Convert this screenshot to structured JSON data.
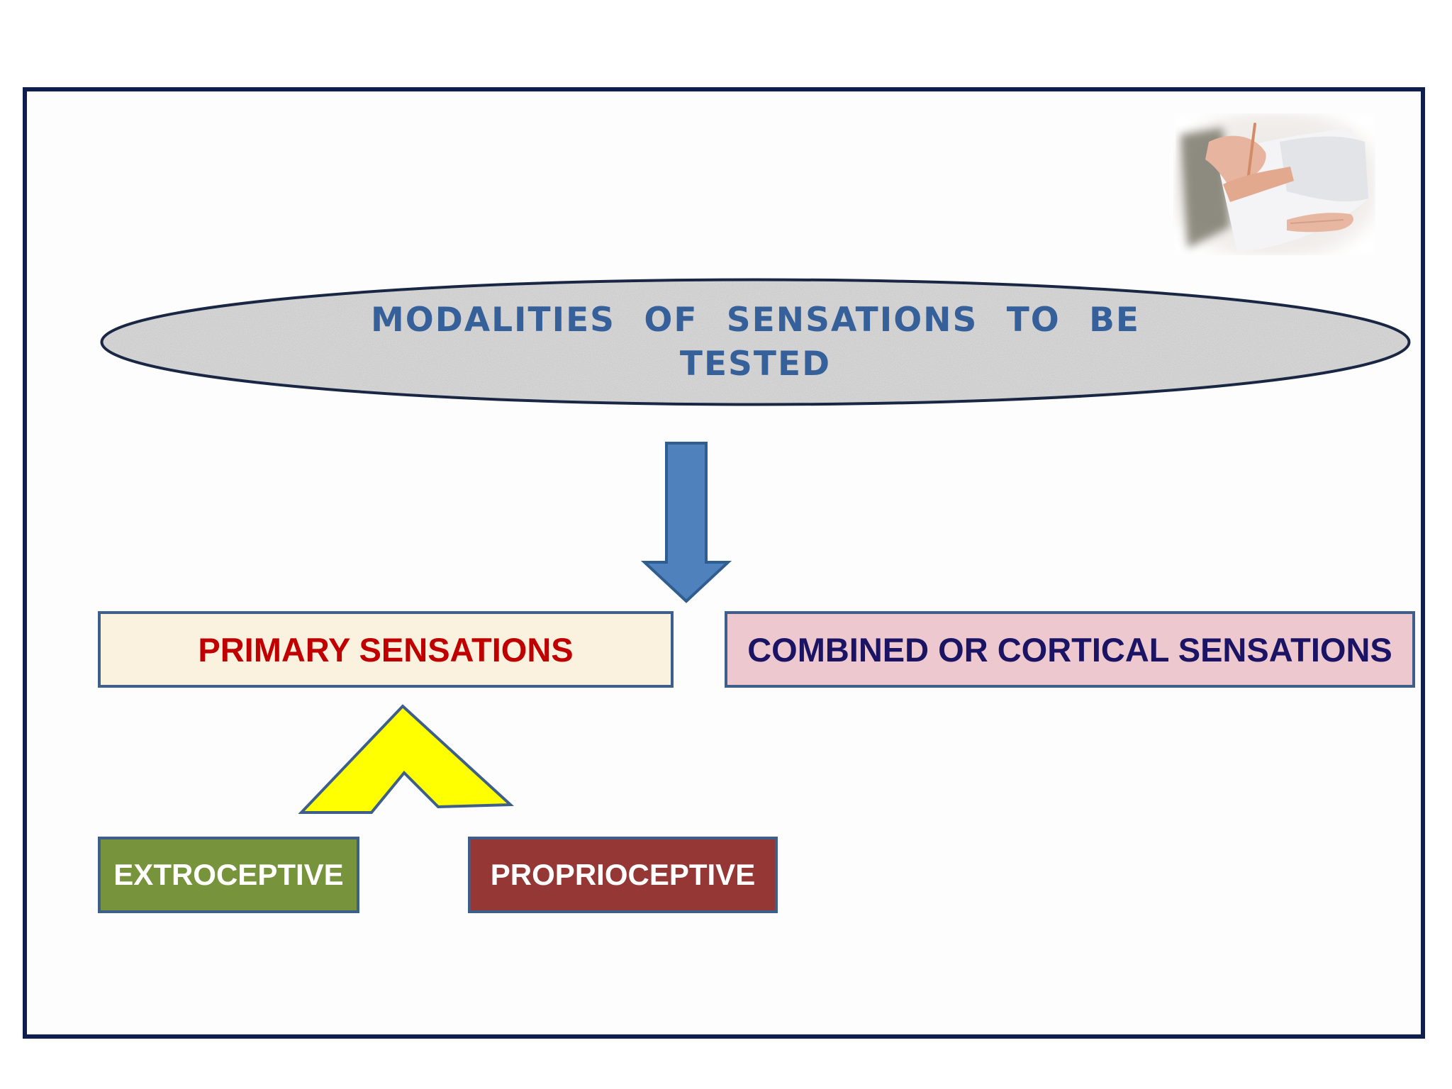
{
  "diagram": {
    "title": "MODALITIES OF SENSATIONS TO BE TESTED",
    "primary_label": "PRIMARY SENSATIONS",
    "combined_label": "COMBINED OR CORTICAL SENSATIONS",
    "extroceptive_label": "EXTROCEPTIVE",
    "proprioceptive_label": "PROPRIOCEPTIVE"
  },
  "colors": {
    "frame_border": "#0f1f4d",
    "title_text": "#36609a",
    "down_arrow": "#4f81bd",
    "up_arrow": "#ffff00",
    "primary_text": "#c00000",
    "primary_fill": "#fbf1df",
    "combined_text": "#1b1464",
    "combined_fill": "#eec8cf",
    "extroceptive_fill": "#77933c",
    "proprioceptive_fill": "#953735"
  },
  "icons": {
    "photo": "sensory-testing-photo-icon",
    "down_arrow": "arrow-down-icon",
    "up_arrow": "chevron-up-arrow-icon"
  }
}
